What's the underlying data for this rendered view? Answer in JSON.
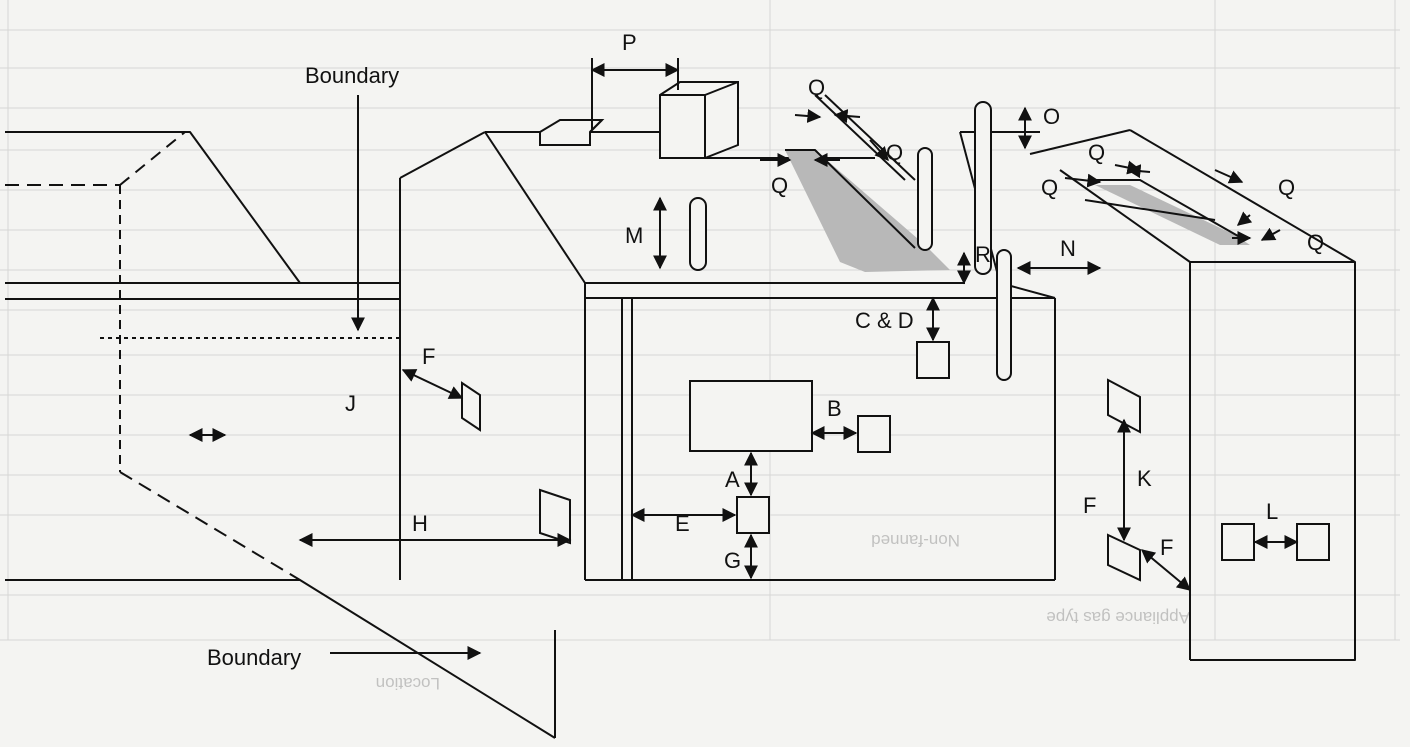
{
  "labels": {
    "boundary_top": "Boundary",
    "boundary_bottom": "Boundary",
    "P": "P",
    "Q": "Q",
    "O": "O",
    "M": "M",
    "N": "N",
    "R": "R",
    "C_D": "C & D",
    "F": "F",
    "J": "J",
    "B": "B",
    "A": "A",
    "E": "E",
    "G": "G",
    "H": "H",
    "K": "K",
    "L": "L"
  },
  "background_table": {
    "header_left": "Appliance gas type",
    "header_right": "Location",
    "subheader": "Non-fanned"
  },
  "colors": {
    "line": "#111111",
    "flue_shade": "#b8b8b8",
    "paper": "#f4f4f2"
  }
}
